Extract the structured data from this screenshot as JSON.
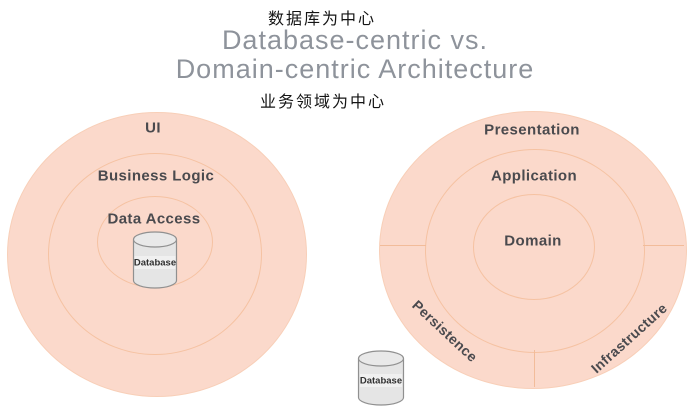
{
  "header": {
    "db_centric_cn": "数据库为中心",
    "title_line1": "Database-centric vs.",
    "title_line2": "Domain-centric Architecture",
    "domain_centric_cn": "业务领域为中心"
  },
  "left_diagram": {
    "outer_label": "UI",
    "middle_label": "Business Logic",
    "inner_label": "Data Access",
    "database_label": "Database"
  },
  "right_diagram": {
    "outer_label": "Presentation",
    "middle_label": "Application",
    "inner_label": "Domain",
    "segment_left_label": "Persistence",
    "segment_right_label": "Infrastructure",
    "database_label": "Database"
  },
  "colors": {
    "ring_fill": "#fbd9cb",
    "ring_stroke": "#f5c2a2",
    "label_text": "#4a4a4e",
    "title_text": "#8e939b",
    "chinese_text": "#141414",
    "cylinder_fill": "#e5e5e5",
    "cylinder_stroke": "#909090"
  }
}
